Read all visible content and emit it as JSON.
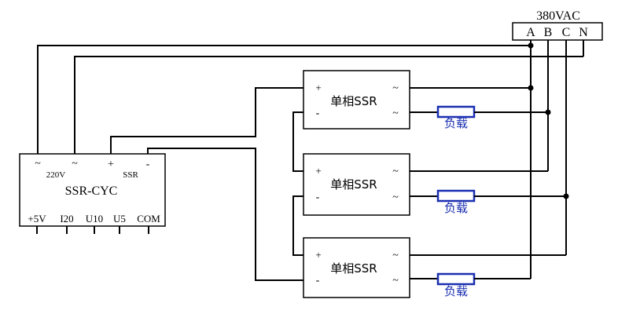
{
  "supply": {
    "voltage": "380VAC",
    "terminals": [
      "A",
      "B",
      "C",
      "N"
    ]
  },
  "controller": {
    "name": "SSR-CYC",
    "top_symbols": [
      "~",
      "~",
      "+",
      "-"
    ],
    "top_labels": [
      "220V",
      "SSR"
    ],
    "bottom_terminals": [
      "+5V",
      "I20",
      "U10",
      "U5",
      "COM"
    ]
  },
  "ssr_units": [
    {
      "label": "单相SSR",
      "plus": "+",
      "minus": "-",
      "ac_top": "~",
      "ac_bottom": "~",
      "load": "负载"
    },
    {
      "label": "单相SSR",
      "plus": "+",
      "minus": "-",
      "ac_top": "~",
      "ac_bottom": "~",
      "load": "负载"
    },
    {
      "label": "单相SSR",
      "plus": "+",
      "minus": "-",
      "ac_top": "~",
      "ac_bottom": "~",
      "load": "负载"
    }
  ]
}
